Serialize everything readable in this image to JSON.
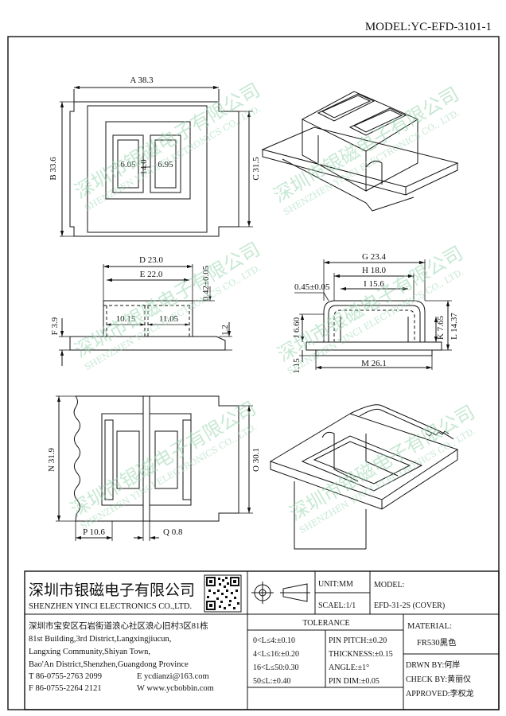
{
  "model_header": "MODEL:YC-EFD-3101-1",
  "dims": {
    "A": "A 38.3",
    "B": "B 33.6",
    "C": "C 31.5",
    "w605": "6.05",
    "w14": "14.0",
    "w695": "6.95",
    "D": "D 23.0",
    "E": "E 22.0",
    "t042": "0.42±0.05",
    "F": "F 3.9",
    "w1015": "10.15",
    "w1105": "11.05",
    "h12": "1.2",
    "G": "G 23.4",
    "H": "H 18.0",
    "I": "I 15.6",
    "t045": "0.45±0.05",
    "J": "J 6.60",
    "K": "K 7.65",
    "L": "L 14.37",
    "h115": "1.15",
    "M": "M 26.1",
    "N": "N 31.9",
    "O": "O 30.1",
    "P": "P 10.6",
    "Q": "Q 0.8"
  },
  "watermark": {
    "cn": "深圳市银磁电子有限公司",
    "en": "SHENZHEN YINCI ELECTRONICS CO., LTD."
  },
  "titleblock": {
    "company_cn": "深圳市银磁电子有限公司",
    "company_en": "SHENZHEN YINCI ELECTRONICS CO.,LTD.",
    "unit": "UNIT:MM",
    "scale": "SCAEL:1/1",
    "model_label": "MODEL:",
    "model_value": "EFD-31-2S (COVER)",
    "address_cn": "深圳市宝安区石岩街道浪心社区浪心旧村3区81栋",
    "address_en1": "81st Building,3rd District,Langxingjiucun,",
    "address_en2": "Langxing Community,Shiyan Town,",
    "address_en3": "Bao'An District,Shenzhen,Guangdong Province",
    "tel": "T 86-0755-2763 2099",
    "email": "E ycdianzi@163.com",
    "fax": "F 86-0755-2264 2121",
    "web": "W www.ycbobbin.com",
    "tolerance_title": "TOLERANCE",
    "tol1": "0<L≤4:±0.10",
    "tol2": "4<L≤16:±0.20",
    "tol3": "16<L≤50:0.30",
    "tol4": "50≤L:±0.40",
    "pin_pitch": "PIN PITCH:±0.20",
    "thickness": "THICKNESS:±0.15",
    "angle": "ANGLE:±1°",
    "pin_dim": "PIN DIM:±0.05",
    "material_label": "MATERIAL:",
    "material_value": "FR530黑色",
    "drawn": "DRWN BY:何岸",
    "check": "CHECK BY:黄丽仪",
    "approved": "APPROVED:李权龙"
  }
}
